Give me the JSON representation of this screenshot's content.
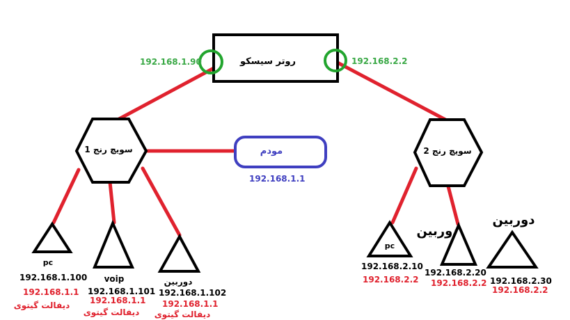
{
  "router": {
    "label": "روتر سیسکو",
    "left_ip": "192.168.1.90",
    "right_ip": "192.168.2.2"
  },
  "switch1": {
    "label": "سویچ رنج 1"
  },
  "switch2": {
    "label": "سویچ رنج 2"
  },
  "modem": {
    "label": "مودم",
    "ip": "192.168.1.1"
  },
  "devices_left": [
    {
      "label": "pc",
      "ip": "192.168.1.100",
      "gateway": "192.168.1.1",
      "gateway_label": "دیفالت گیتوی"
    },
    {
      "label": "voip",
      "ip": "192.168.1.101",
      "gateway": "192.168.1.1",
      "gateway_label": "دیفالت گیتوی"
    },
    {
      "label": "دوربین",
      "ip": "192.168.1.102",
      "gateway": "192.168.1.1",
      "gateway_label": "دیفالت گیتوی"
    }
  ],
  "devices_right": [
    {
      "label": "pc",
      "ip": "192.168.2.10",
      "gateway": "192.168.2.2"
    },
    {
      "label": "دوربین",
      "ip": "192.168.2.20",
      "gateway": "192.168.2.2"
    },
    {
      "label": "دوربین",
      "ip": "192.168.2.30",
      "gateway": "192.168.2.2"
    }
  ],
  "colors": {
    "link": "#e0222e",
    "port": "#22a52e",
    "ip_green": "#39a845",
    "gateway_red": "#e0222e",
    "modem": "#3f3fc0",
    "outline": "#000000"
  }
}
